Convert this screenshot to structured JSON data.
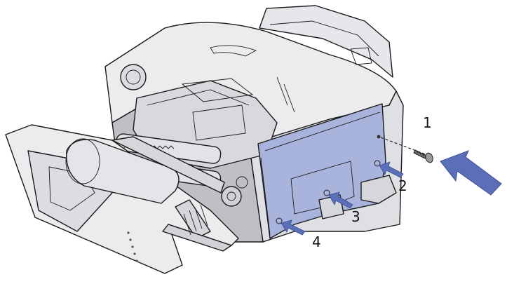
{
  "colors": {
    "outline": "#1a1a1a",
    "body": "#ececee",
    "body_shadow": "#d2d3d8",
    "interior": "#bfc0c6",
    "roller": "#e2e3e6",
    "panel": "#a9b4dc",
    "panel_dark": "#8896c6",
    "arrow": "#5a6fb8"
  },
  "callouts": [
    {
      "id": "1",
      "label": "1"
    },
    {
      "id": "2",
      "label": "2"
    },
    {
      "id": "3",
      "label": "3"
    },
    {
      "id": "4",
      "label": "4"
    }
  ]
}
